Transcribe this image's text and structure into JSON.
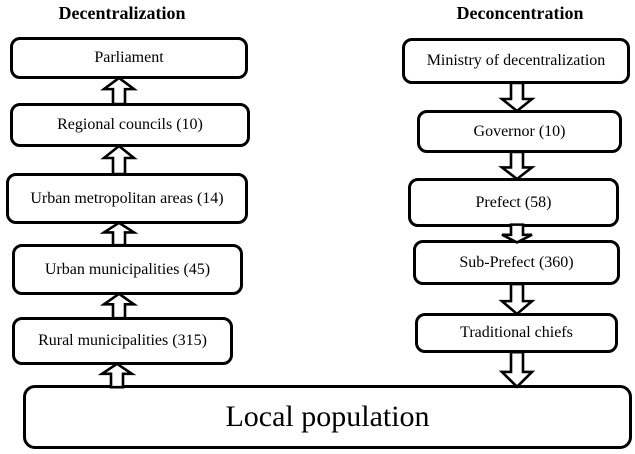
{
  "left_column": {
    "title": "Decentralization",
    "flow_direction": "up",
    "boxes": [
      {
        "label": "Parliament"
      },
      {
        "label": "Regional councils (10)"
      },
      {
        "label": "Urban metropolitan areas (14)"
      },
      {
        "label": "Urban municipalities (45)"
      },
      {
        "label": "Rural municipalities (315)"
      }
    ]
  },
  "right_column": {
    "title": "Deconcentration",
    "flow_direction": "down",
    "boxes": [
      {
        "label": "Ministry of decentralization"
      },
      {
        "label": "Governor (10)"
      },
      {
        "label": "Prefect (58)"
      },
      {
        "label": "Sub-Prefect (360)"
      },
      {
        "label": "Traditional chiefs"
      }
    ]
  },
  "bottom_box": {
    "label": "Local population"
  },
  "colors": {
    "border": "#000000",
    "background": "#ffffff",
    "text": "#000000"
  }
}
